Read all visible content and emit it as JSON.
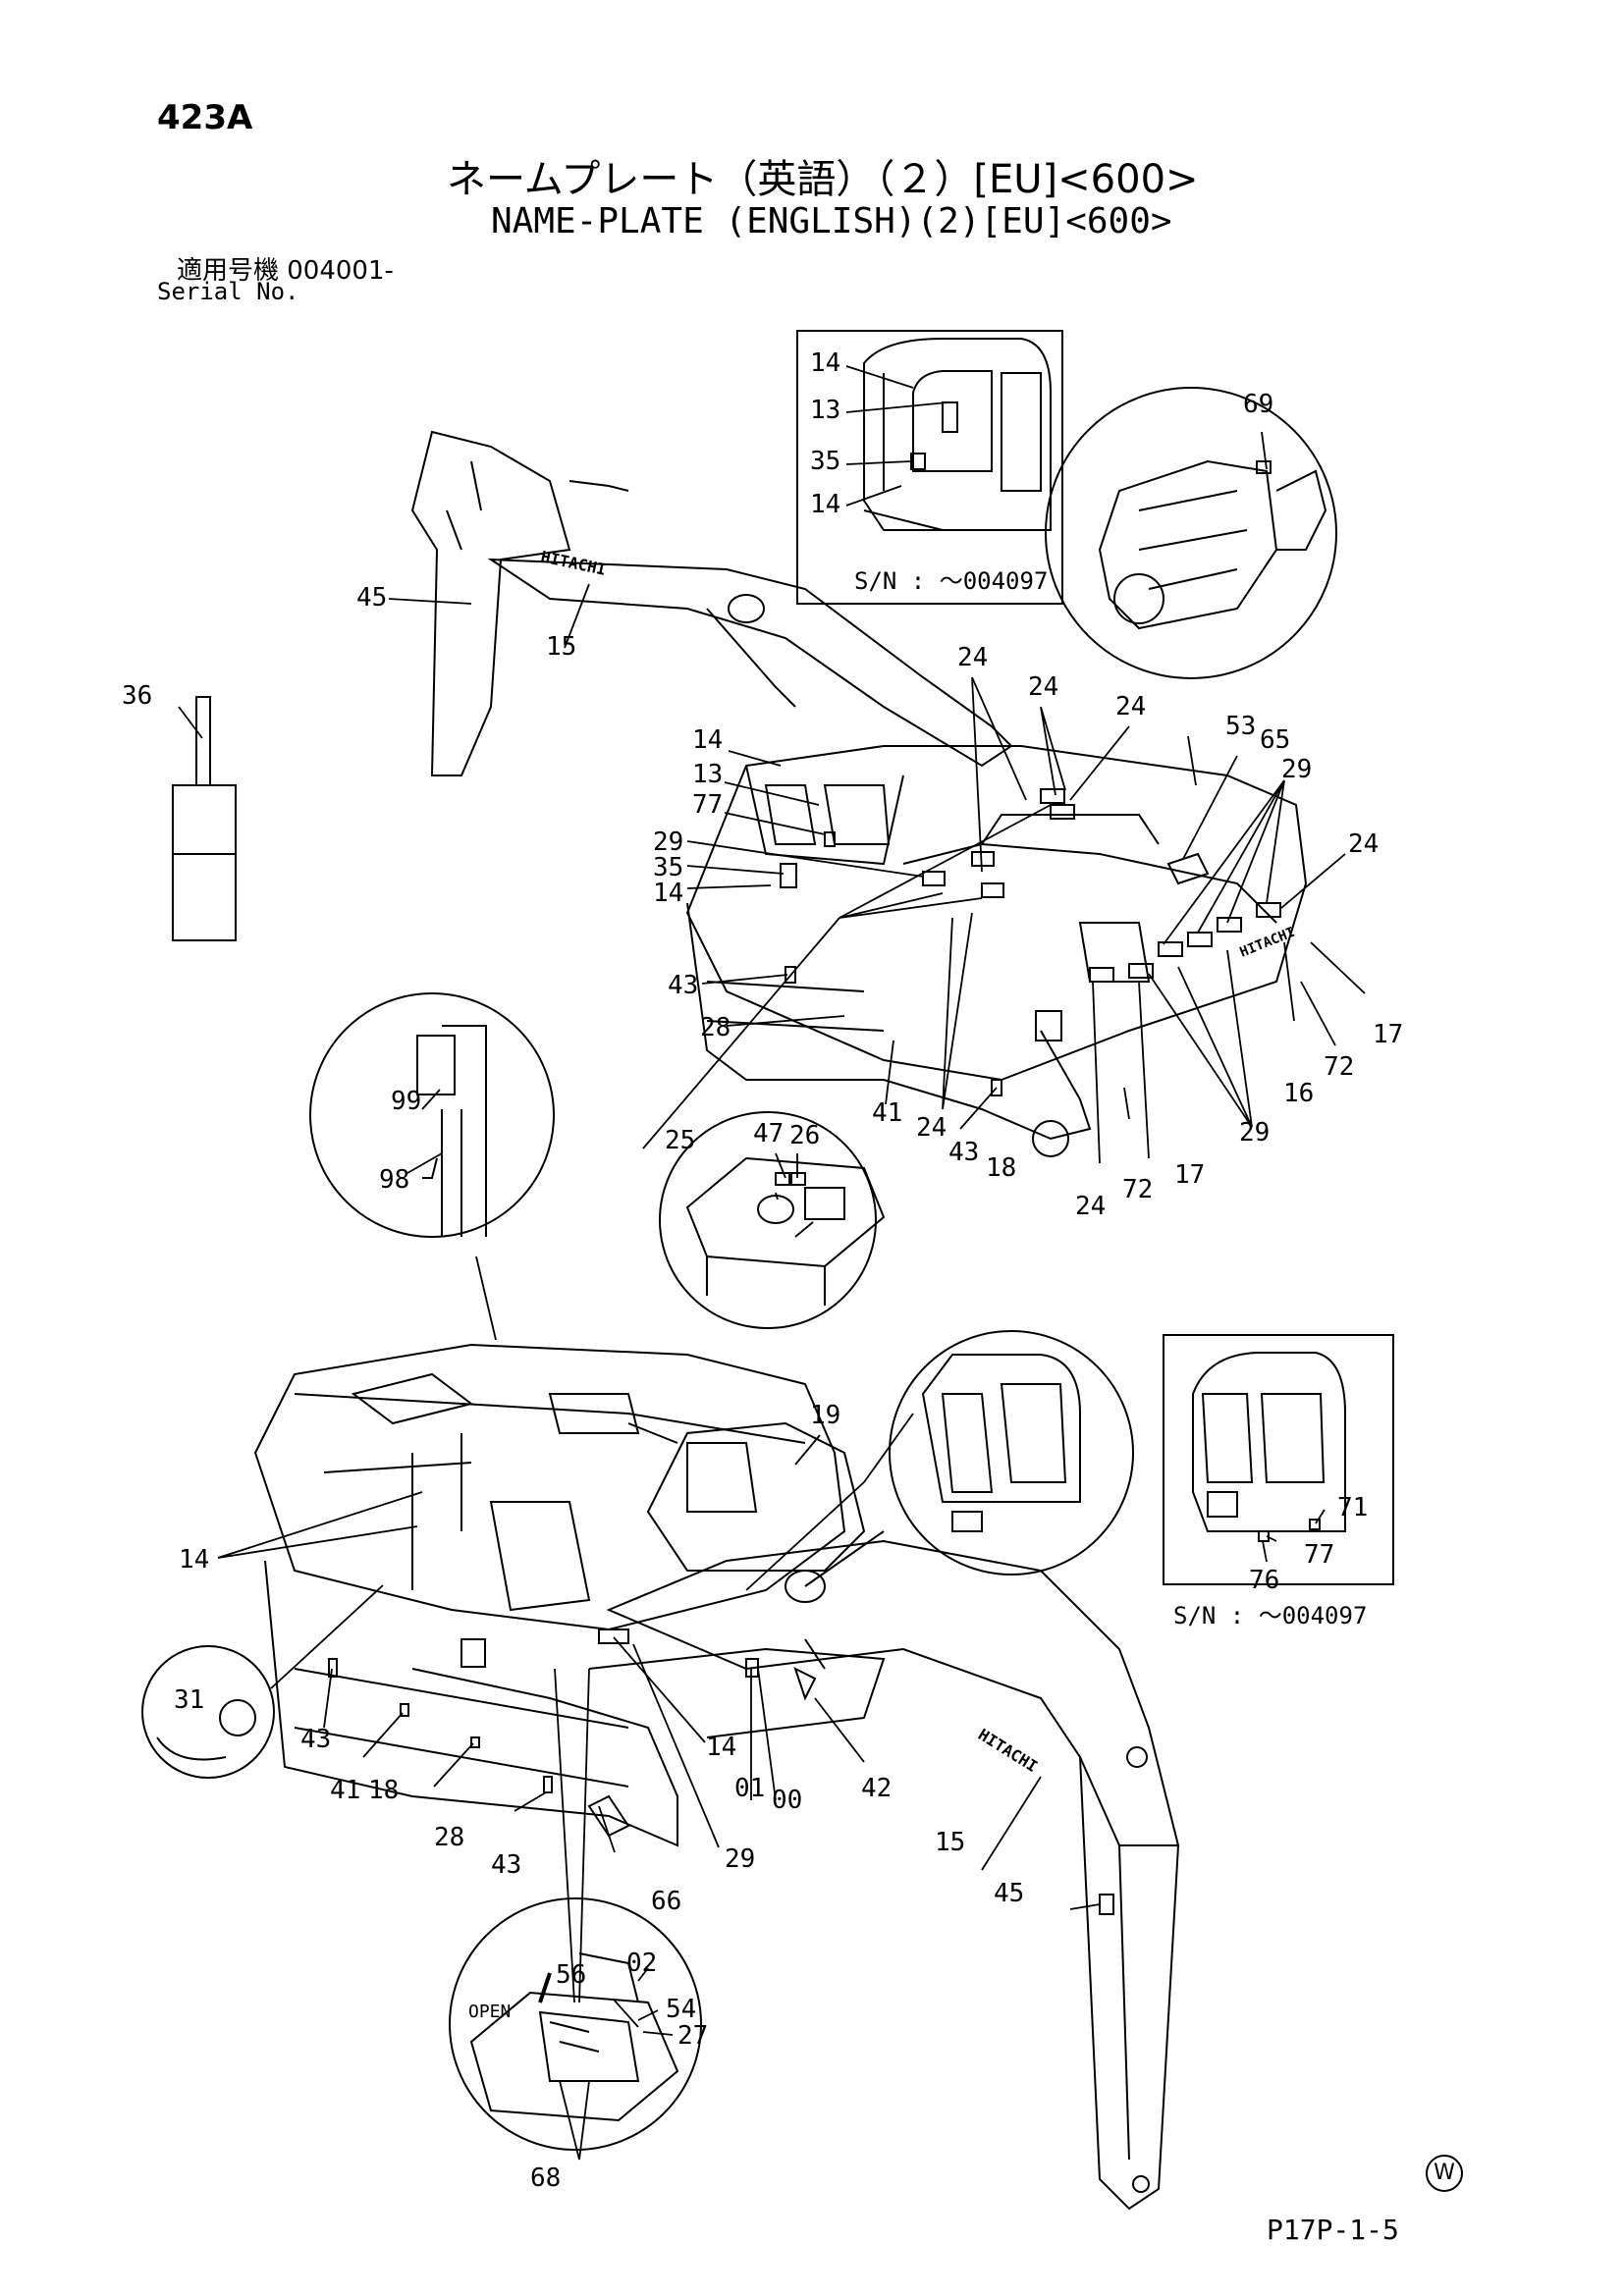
{
  "header": {
    "page_code": "423A",
    "title_jp": "ネームプレート（英語）（２）[EU]<600>",
    "title_en": "NAME-PLATE (ENGLISH)(2)[EU]<600>",
    "serial_label_jp": "適用号機  004001-",
    "serial_label_en": "Serial No."
  },
  "footer": {
    "page_ref": "P17P-1-5",
    "watermark": "W"
  },
  "callouts": {
    "c14a": "14",
    "c13a": "13",
    "c35a": "35",
    "c14b": "14",
    "sn1": "S/N :  ～004097",
    "c69": "69",
    "c45a": "45",
    "c15a": "15",
    "c36": "36",
    "c24a": "24",
    "c24b": "24",
    "c24c": "24",
    "c53": "53",
    "c65": "65",
    "c29a": "29",
    "c24d": "24",
    "c14c": "14",
    "c13b": "13",
    "c77a": "77",
    "c29b": "29",
    "c35b": "35",
    "c14d": "14",
    "c43a": "43",
    "c28a": "28",
    "c41a": "41",
    "c24e": "24",
    "c43b": "43",
    "c18a": "18",
    "c24f": "24",
    "c72a": "72",
    "c17a": "17",
    "c29c": "29",
    "c16": "16",
    "c72b": "72",
    "c17b": "17",
    "c99": "99",
    "c98": "98",
    "c25": "25",
    "c47": "47",
    "c26": "26",
    "c19": "19",
    "c71": "71",
    "c77b": "77",
    "c76": "76",
    "sn2": "S/N :  ～004097",
    "c14e": "14",
    "c31": "31",
    "c43c": "43",
    "c41b": "41",
    "c18b": "18",
    "c28b": "28",
    "c43d": "43",
    "c66": "66",
    "c29d": "29",
    "c14f": "14",
    "c01": "01",
    "c00": "00",
    "c42": "42",
    "c15b": "15",
    "c45b": "45",
    "c56": "56",
    "c02": "02",
    "c54": "54",
    "c27": "27",
    "c68": "68",
    "open": "OPEN",
    "hitachi1": "HITACHI",
    "hitachi2": "HITACHI",
    "hitachi3": "HITACHI"
  }
}
